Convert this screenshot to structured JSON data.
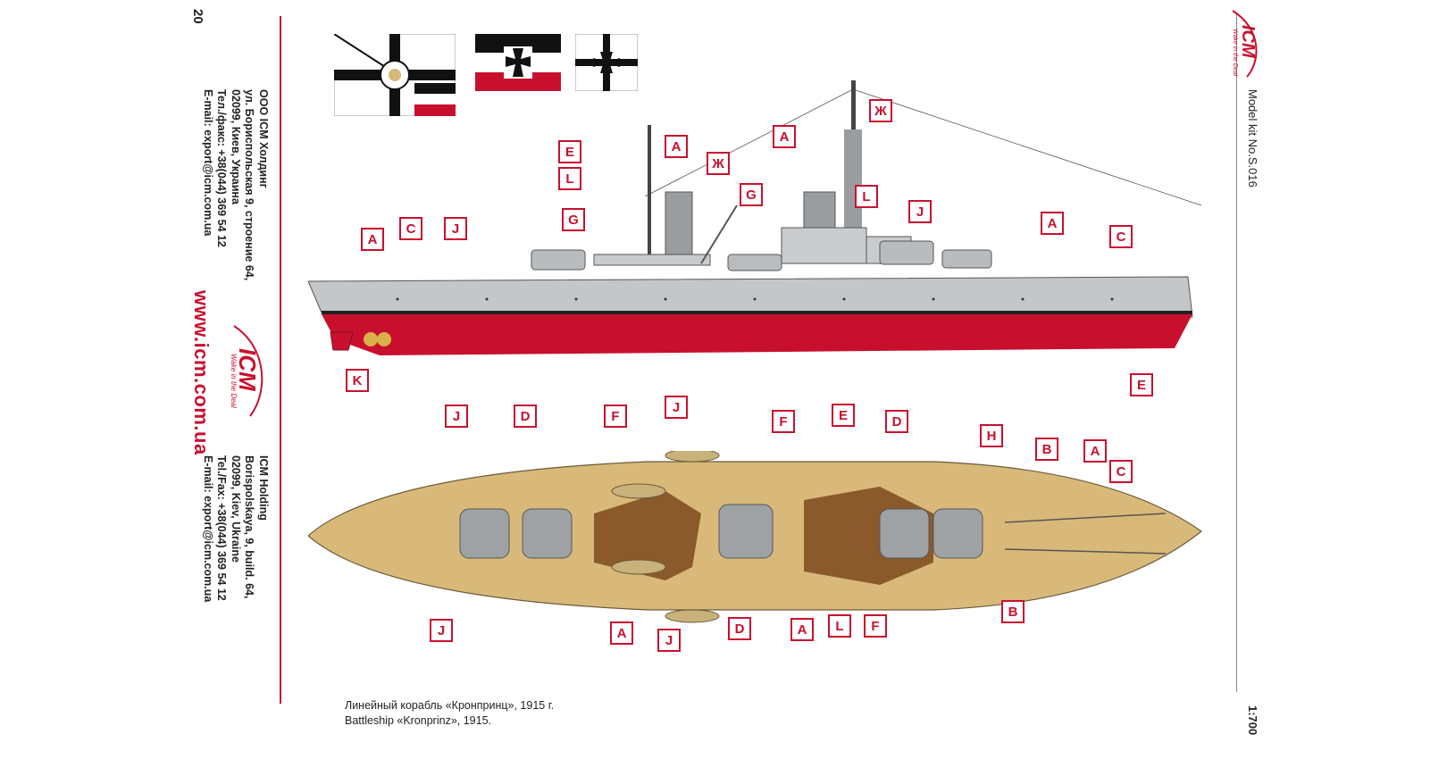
{
  "page_number": "20",
  "address_ru": {
    "company": "ООО ICM Холдинг",
    "street": "ул. Бориспольская 9, строение 64,",
    "city": "02099, Киев, Украина",
    "phone": "Тел./факс: +38(044) 369 54 12",
    "email": "E-mail: export@icm.com.ua"
  },
  "address_en": {
    "company": "ICM Holding",
    "street": "Borispolskaya, 9, build. 64,",
    "city": "02099, Kiev, Ukraine",
    "phone": "Tel./Fax: +38(044) 369 54 12",
    "email": "E-mail: export@icm.com.ua"
  },
  "website": "www.icm.com.ua",
  "logo": {
    "text": "ICM",
    "slogan": "Wake in the Deal"
  },
  "model_kit": "Model kit No.S.016",
  "scale": "1:700",
  "caption": {
    "ru": "Линейный корабль «Кронпринц», 1915 г.",
    "en": "Battleship «Kronprinz», 1915."
  },
  "colors": {
    "accent": "#c8102e",
    "hull_grey": "#b9bcbf",
    "hull_red": "#c8102e",
    "deck_wood": "#d9b979",
    "deck_brown": "#8b5a2b"
  },
  "markers": {
    "a": "A",
    "b": "B",
    "c": "C",
    "d": "D",
    "e": "E",
    "f": "F",
    "g": "G",
    "h": "H",
    "j": "J",
    "k": "K",
    "l": "L",
    "zh": "Ж"
  }
}
